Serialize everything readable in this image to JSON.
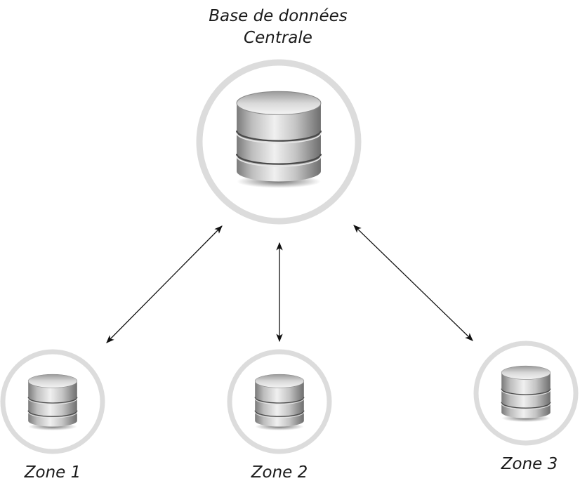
{
  "central": {
    "title_line1": "Base de données",
    "title_line2": "Centrale",
    "icon": "database-icon"
  },
  "zones": [
    {
      "label": "Zone 1",
      "icon": "database-icon"
    },
    {
      "label": "Zone 2",
      "icon": "database-icon"
    },
    {
      "label": "Zone 3",
      "icon": "database-icon"
    }
  ],
  "connections": [
    "central-zone1",
    "central-zone2",
    "central-zone3"
  ],
  "colors": {
    "ring": "#dcdcdc",
    "arrow": "#111111",
    "text": "#1a1a1a"
  }
}
